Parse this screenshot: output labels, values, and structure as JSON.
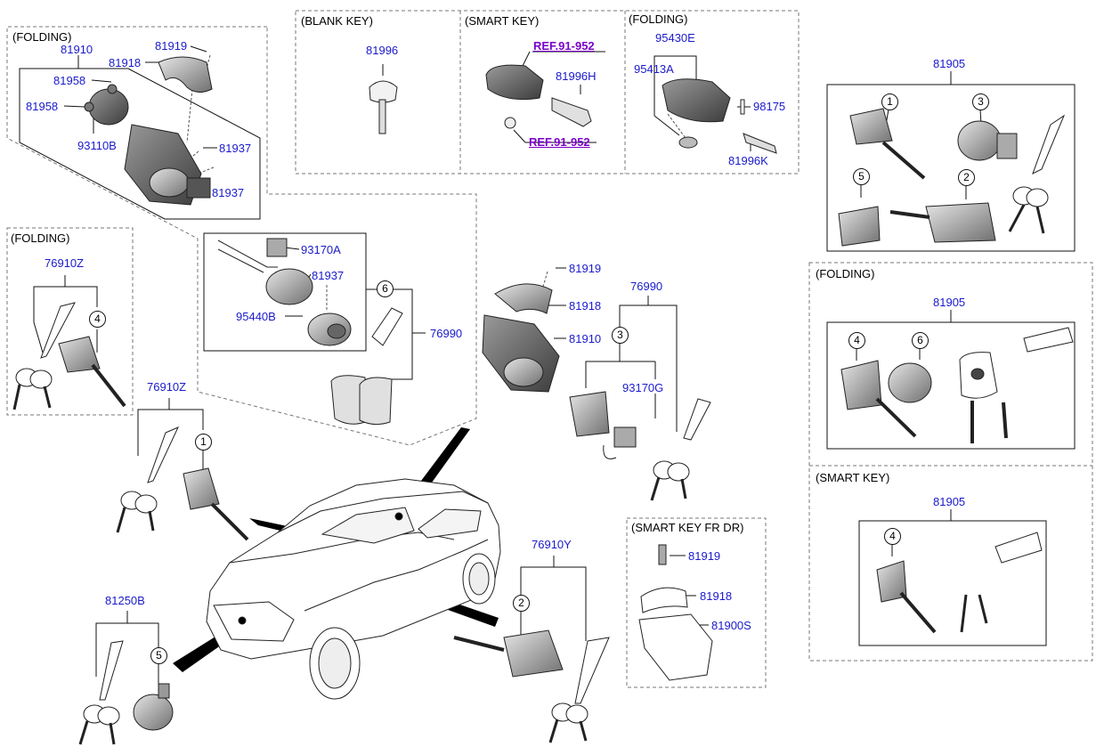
{
  "colors": {
    "part_number": "#1a1acc",
    "reference": "#7a00c8",
    "heading": "#000000",
    "line": "#111111",
    "dashed_box": "#777777"
  },
  "headings": {
    "folding_tl": "(FOLDING)",
    "blank_key": "(BLANK KEY)",
    "smart_key_top": "(SMART KEY)",
    "folding_top": "(FOLDING)",
    "folding_left": "(FOLDING)",
    "folding_right": "(FOLDING)",
    "smart_key_right": "(SMART KEY)",
    "smart_key_fr_dr": "(SMART KEY FR DR)"
  },
  "parts": {
    "p81910_top": "81910",
    "p81919_top": "81919",
    "p81918_top": "81918",
    "p81958_a": "81958",
    "p81958_b": "81958",
    "p93110b": "93110B",
    "p81937_a": "81937",
    "p81937_b": "81937",
    "p81996": "81996",
    "ref_a": "REF.91-952",
    "ref_b": "REF.91-952",
    "p81996h": "81996H",
    "p95430e": "95430E",
    "p95413a": "95413A",
    "p98175": "98175",
    "p81996k": "81996K",
    "p81905_a": "81905",
    "p81905_b": "81905",
    "p81905_c": "81905",
    "p76910z_a": "76910Z",
    "p76910z_b": "76910Z",
    "p93170a": "93170A",
    "p81937_c": "81937",
    "p95440b": "95440B",
    "p76990_a": "76990",
    "p81919_mid": "81919",
    "p81918_mid": "81918",
    "p81910_mid": "81910",
    "p76990_b": "76990",
    "p93170g": "93170G",
    "p81250b": "81250B",
    "p76910y": "76910Y",
    "p81919_fr": "81919",
    "p81918_fr": "81918",
    "p81900s": "81900S"
  },
  "callouts": {
    "c1_right": "1",
    "c3_right": "3",
    "c5_right": "5",
    "c2_right": "2",
    "c4_fold_right": "4",
    "c6_fold_right": "6",
    "c4_smart_right": "4",
    "c4_left": "4",
    "c6_mid": "6",
    "c3_mid": "3",
    "c1_left": "1",
    "c5_bottom": "5",
    "c2_bottom": "2"
  }
}
